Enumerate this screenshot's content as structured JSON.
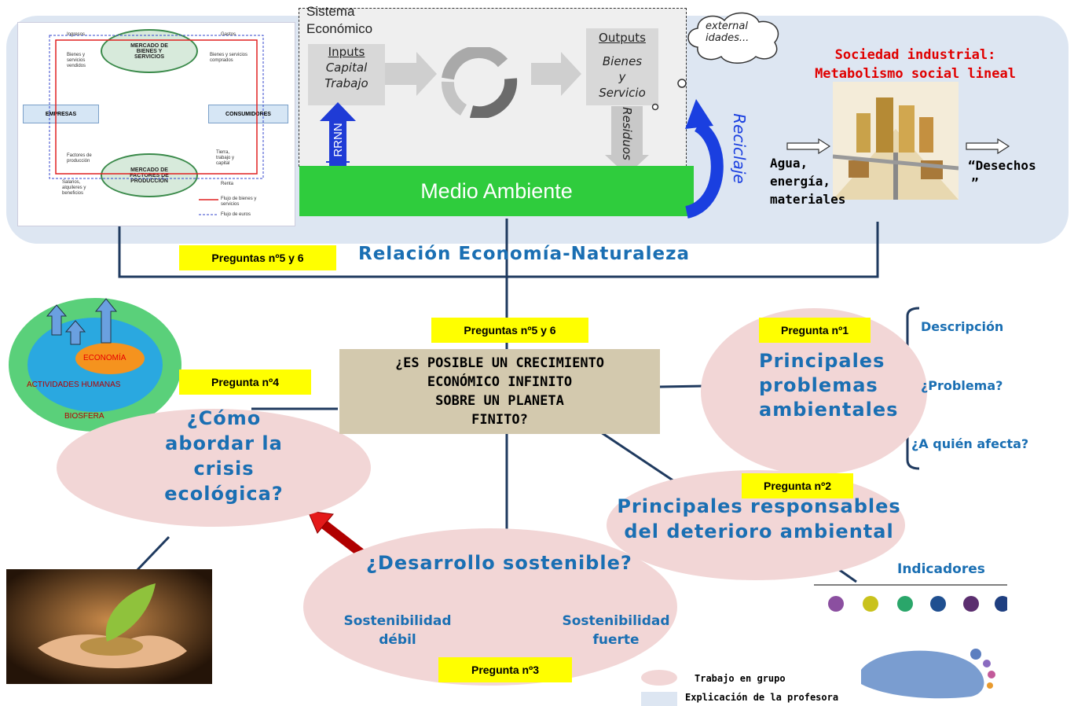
{
  "circular_flow": {
    "market_goods": "MERCADO DE BIENES Y SERVICIOS",
    "market_factors": "MERCADO DE FACTORES DE PRODUCCIÓN",
    "firms": "EMPRESAS",
    "consumers": "CONSUMIDORES",
    "ingresos": "Ingresos",
    "gastos": "Gastos",
    "bienes_vendidos": "Bienes y servicios vendidos",
    "bienes_comprados": "Bienes y servicios comprados",
    "factores": "Factores de producción",
    "tierra": "Tierra, trabajo y capital",
    "salarios": "Salarios, alquileres y beneficios",
    "renta": "Renta",
    "legend_goods": "Flujo de bienes y servicios",
    "legend_euros": "Flujo de euros"
  },
  "system": {
    "title_line1": "Sistema",
    "title_line2": "Económico",
    "inputs_title": "Inputs",
    "inputs_l1": "Capital",
    "inputs_l2": "Trabajo",
    "outputs_title": "Outputs",
    "outputs_l1": "Bienes",
    "outputs_l2": "y",
    "outputs_l3": "Servicio",
    "externalidades_l1": "external",
    "externalidades_l2": "idades...",
    "rrnn": "RRNN",
    "residuos": "Residuos",
    "medio_ambiente": "Medio Ambiente",
    "reciclaje": "Reciclaje"
  },
  "industrial": {
    "title_l1": "Sociedad industrial:",
    "title_l2": "Metabolismo social lineal",
    "inputs_l1": "Agua,",
    "inputs_l2": "energía,",
    "inputs_l3": "materiales",
    "outputs": "“Desechos",
    "outputs_close": "”"
  },
  "labels": {
    "relacion": "Relación Economía-Naturaleza",
    "preg56_top": "Preguntas nº5 y 6",
    "preg56_mid": "Preguntas nº5 y 6",
    "preg1": "Pregunta nº1",
    "preg2": "Pregunta nº2",
    "preg3": "Pregunta nº3",
    "preg4": "Pregunta nº4"
  },
  "central_question": {
    "l1": "¿ES POSIBLE UN CRECIMIENTO",
    "l2": "ECONÓMICO INFINITO",
    "l3": "SOBRE UN PLANETA",
    "l4": "FINITO?"
  },
  "nodes": {
    "problemas_l1": "Principales",
    "problemas_l2": "problemas",
    "problemas_l3": "ambientales",
    "descripcion": "Descripción",
    "problema": "¿Problema?",
    "afecta": "¿A quién afecta?",
    "responsables_l1": "Principales responsables",
    "responsables_l2": "del deterioro ambiental",
    "indicadores": "Indicadores",
    "desarrollo": "¿Desarrollo sostenible?",
    "debil_l1": "Sostenibilidad",
    "debil_l2": "débil",
    "fuerte_l1": "Sostenibilidad",
    "fuerte_l2": "fuerte",
    "abordar_l1": "¿Cómo",
    "abordar_l2": "abordar la",
    "abordar_l3": "crisis",
    "abordar_l4": "ecológica?"
  },
  "biosphere": {
    "economia": "ECONOMÍA",
    "actividades": "ACTIVIDADES HUMANAS",
    "biosfera": "BIOSFERA"
  },
  "legend": {
    "trabajo": "Trabajo en grupo",
    "explicacion": "Explicación de la profesora"
  },
  "colors": {
    "band": "#dde6f2",
    "pink": "#f2d6d6",
    "yellow": "#ffff00",
    "green": "#2fcc3d",
    "blue_text": "#1a6fb3",
    "red_title": "#e00000"
  }
}
